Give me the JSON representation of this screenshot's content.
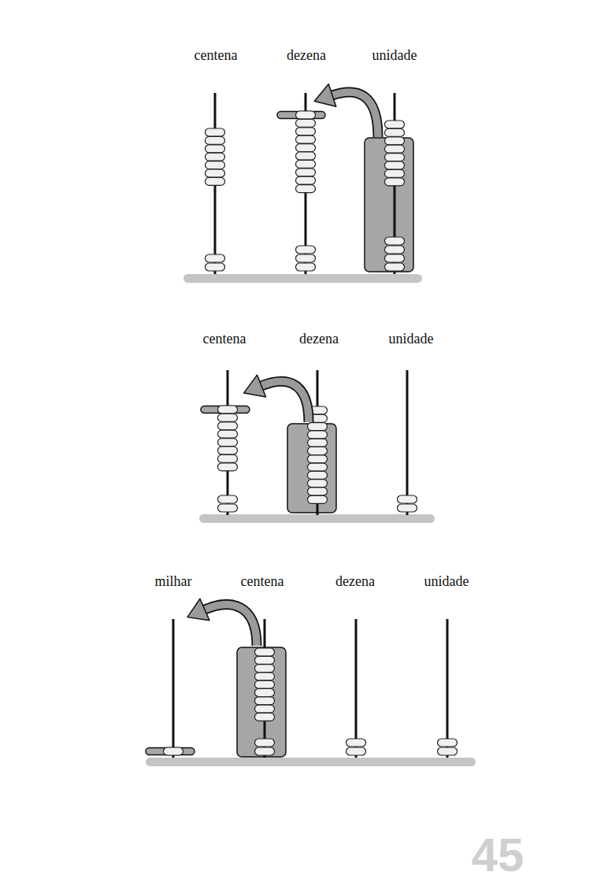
{
  "diagram": {
    "labels": [
      "centena",
      "dezena",
      "unidade",
      "centena",
      "dezena",
      "unidade",
      "milhar",
      "centena",
      "dezena",
      "unidade",
      "45"
    ]
  }
}
